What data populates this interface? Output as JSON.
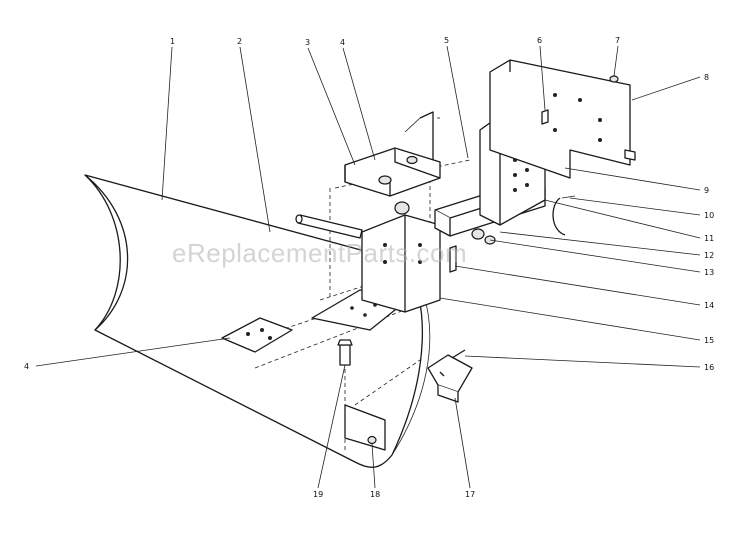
{
  "watermark": "eReplacementParts.com",
  "callouts": [
    "1",
    "2",
    "3",
    "4",
    "5",
    "6",
    "7",
    "8",
    "9",
    "10",
    "11",
    "12",
    "13",
    "14",
    "15",
    "16",
    "17",
    "18",
    "19",
    "4"
  ],
  "colors": {
    "line": "#1a1a1a",
    "watermark": "#b0b0b0"
  }
}
